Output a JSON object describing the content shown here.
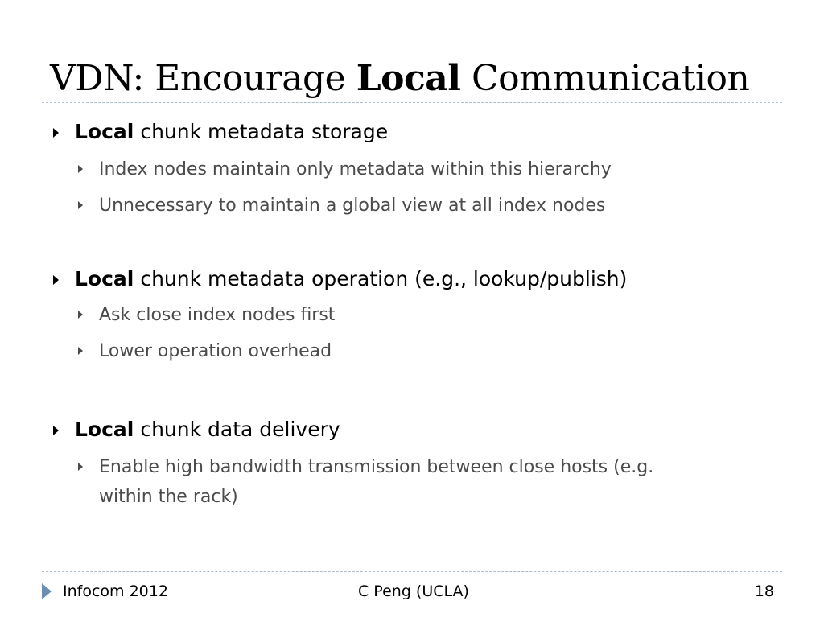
{
  "slide": {
    "title": {
      "prefix": "VDN: Encourage ",
      "emphasis": "Local",
      "suffix": " Communication"
    },
    "sections": [
      {
        "bold": "Local",
        "text": " chunk metadata storage",
        "items": [
          "Index nodes maintain only metadata within this hierarchy",
          "Unnecessary to maintain a global view at all index nodes"
        ]
      },
      {
        "bold": "Local",
        "text": " chunk metadata operation (e.g., lookup/publish)",
        "items": [
          "Ask close index nodes first",
          "Lower operation overhead"
        ]
      },
      {
        "bold": "Local",
        "text": " chunk data delivery",
        "items": [
          "Enable high bandwidth transmission between close hosts (e.g.",
          "within the rack)"
        ]
      }
    ]
  },
  "footer": {
    "left": "Infocom 2012",
    "center": "C Peng (UCLA)",
    "page_number": "18"
  },
  "colors": {
    "rule": "#a9bccd",
    "sub_text": "#4b4b4b",
    "footer_icon": "#6d8eb1"
  }
}
